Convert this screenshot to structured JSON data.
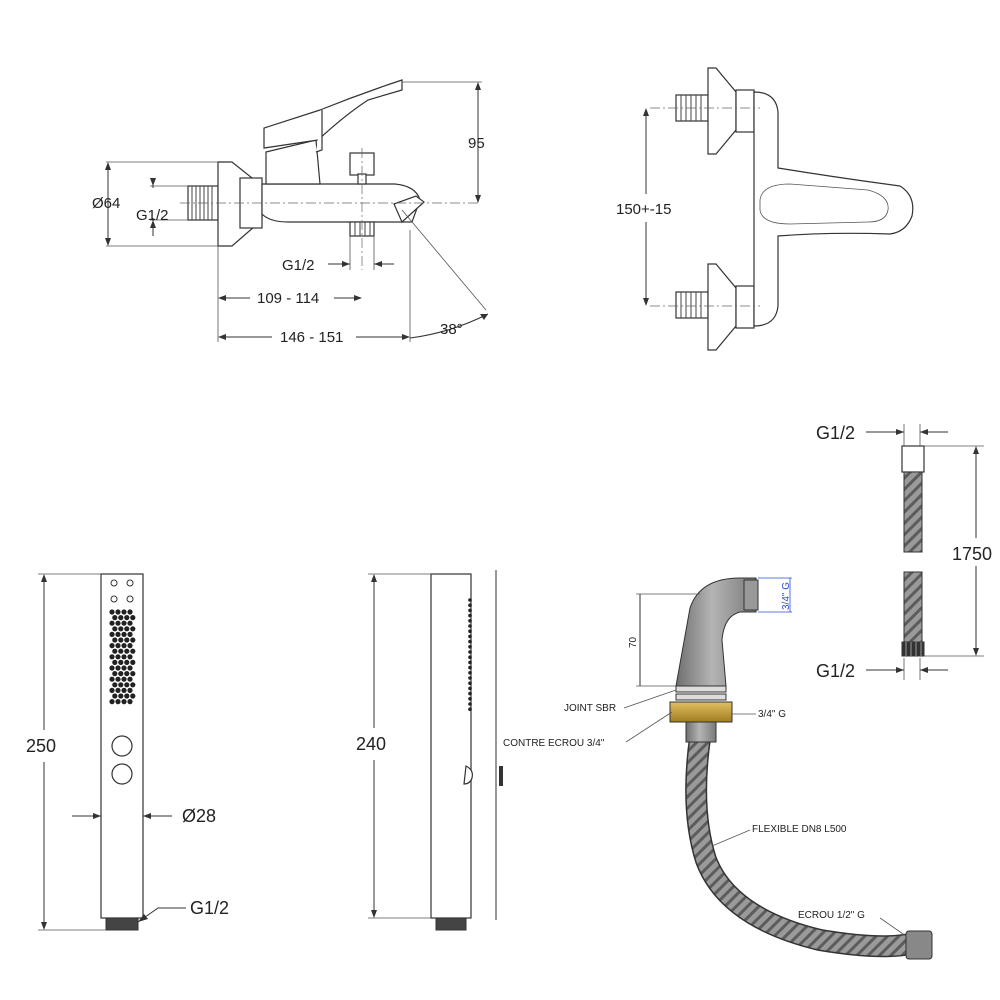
{
  "mixer_side_view": {
    "diameter": "Ø64",
    "thread_inlet": "G1/2",
    "thread_outlet": "G1/2",
    "height": "95",
    "depth_short": "109 - 114",
    "depth_long": "146 - 151",
    "angle": "38°"
  },
  "mixer_front_view": {
    "center_distance": "150+-15"
  },
  "hand_shower_front": {
    "length": "250",
    "diameter": "Ø28",
    "thread": "G1/2"
  },
  "hand_shower_side": {
    "length": "240"
  },
  "hose": {
    "thread_top": "G1/2",
    "thread_bottom": "G1/2",
    "length": "1750"
  },
  "spout_adapter": {
    "height": "70",
    "thread_top": "3/4\" G",
    "joint": "JOINT SBR",
    "nut": "CONTRE ECROU 3/4\"",
    "thread_side": "3/4\" G",
    "flexible": "FLEXIBLE DN8 L500",
    "end_nut": "ECROU 1/2\" G"
  },
  "colors": {
    "line": "#333333",
    "metal": "#8a8a8a",
    "brass": "#c9a33a",
    "accent_blue": "#2a4bd8"
  }
}
